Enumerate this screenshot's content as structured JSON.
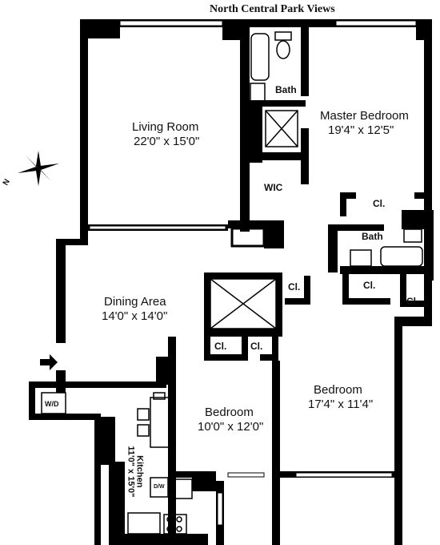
{
  "header": {
    "title": "North Central Park Views"
  },
  "rooms": {
    "living": {
      "name": "Living Room",
      "dims": "22'0\" x 15'0\""
    },
    "master": {
      "name": "Master Bedroom",
      "dims": "19'4\" x 12'5\""
    },
    "dining": {
      "name": "Dining Area",
      "dims": "14'0\" x 14'0\""
    },
    "bedroom2": {
      "name": "Bedroom",
      "dims": "17'4\" x 11'4\""
    },
    "bedroom3": {
      "name": "Bedroom",
      "dims": "10'0\" x 12'0\""
    },
    "kitchen": {
      "name": "Kitchen",
      "dims": "11'0\" x 15'0\""
    }
  },
  "labels": {
    "bath1": "Bath",
    "bath2": "Bath",
    "wic": "WIC",
    "closet": "Cl.",
    "wd": "W/D",
    "dw": "D/W",
    "compass_n": "N"
  },
  "colors": {
    "wall": "#000000",
    "background": "#ffffff"
  }
}
